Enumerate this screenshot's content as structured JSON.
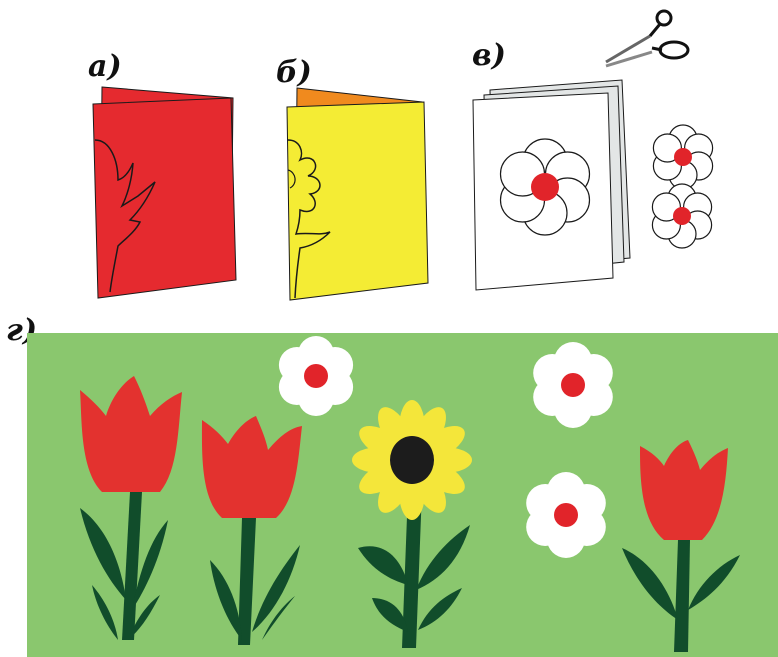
{
  "labels": {
    "a": "а)",
    "b": "б)",
    "v": "в)",
    "g": "г)"
  },
  "colors": {
    "card_red": "#e52a2f",
    "card_yellow": "#f4ec34",
    "card_orange": "#f08a1e",
    "card_white": "#ffffff",
    "card_gray": "#e3e6e6",
    "background_green": "#8ac76e",
    "tulip_red": "#e3322f",
    "leaf_dark_green": "#114d2b",
    "petal_yellow": "#f4e63a",
    "flower_center_dark": "#1c1c1c",
    "flower_center_red": "#e1242a",
    "petal_white": "#ffffff",
    "outline": "#1a1a1a"
  },
  "icons": {
    "scissors": "scissors-icon"
  }
}
